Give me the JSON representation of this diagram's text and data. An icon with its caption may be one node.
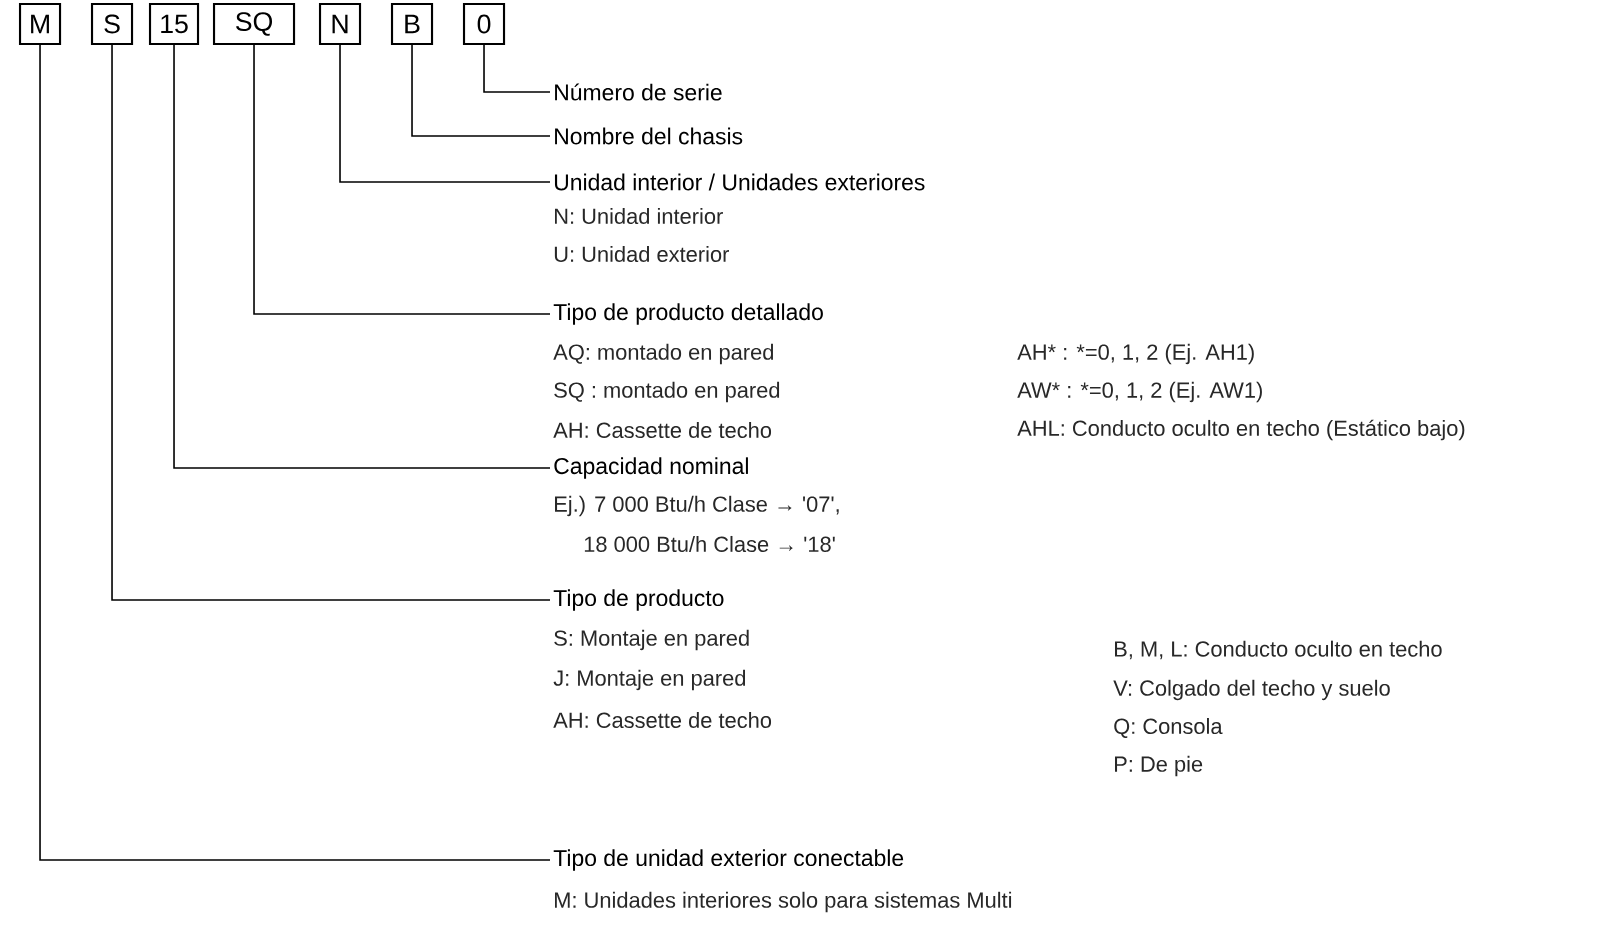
{
  "diagram": {
    "nodes": [
      {
        "text": [
          "M"
        ]
      },
      {
        "text": [
          "S"
        ]
      },
      {
        "text": [
          "15"
        ]
      },
      {
        "text": [
          "SQ"
        ]
      },
      {
        "text": [
          "N"
        ]
      },
      {
        "text": [
          "B"
        ]
      },
      {
        "text": [
          "0"
        ]
      },
      {
        "text": [
          "Número de serie"
        ]
      },
      {
        "text": [
          "Nombre del chasis"
        ]
      },
      {
        "text": [
          "Unidad interior / Unidades exteriores",
          "N: Unidad interior",
          "U: Unidad exterior"
        ]
      },
      {
        "text": [
          "Tipo de producto detallado",
          "AQ: montado en pared",
          "SQ : montado en pared",
          "AH: Cassette de techo",
          "AH* : *=0, 1, 2 (Ej. AH1)",
          "AW* : *=0, 1, 2 (Ej. AW1)",
          "AHL: Conducto oculto en techo (Estático bajo)"
        ]
      },
      {
        "text": [
          "Capacidad nominal",
          "Ej.) 7 000 Btu/h Clase → '07',",
          "18 000 Btu/h Clase → '18'"
        ]
      },
      {
        "text": [
          "Tipo de producto",
          "S: Montaje en pared",
          "J: Montaje en pared",
          "AH: Cassette de techo",
          "B, M, L: Conducto oculto en techo",
          "V: Colgado del techo y suelo",
          "Q: Consola",
          "P: De pie"
        ]
      },
      {
        "text": [
          "Tipo de unidad exterior conectable",
          "M: Unidades interiores solo para sistemas Multi"
        ]
      }
    ],
    "edges": [
      {
        "from": 6,
        "to": 7,
        "arrow": "none"
      },
      {
        "from": 5,
        "to": 8,
        "arrow": "none"
      },
      {
        "from": 4,
        "to": 9,
        "arrow": "none"
      },
      {
        "from": 3,
        "to": 10,
        "arrow": "none"
      },
      {
        "from": 2,
        "to": 11,
        "arrow": "none"
      },
      {
        "from": 1,
        "to": 12,
        "arrow": "none"
      },
      {
        "from": 0,
        "to": 13,
        "arrow": "none"
      }
    ]
  }
}
